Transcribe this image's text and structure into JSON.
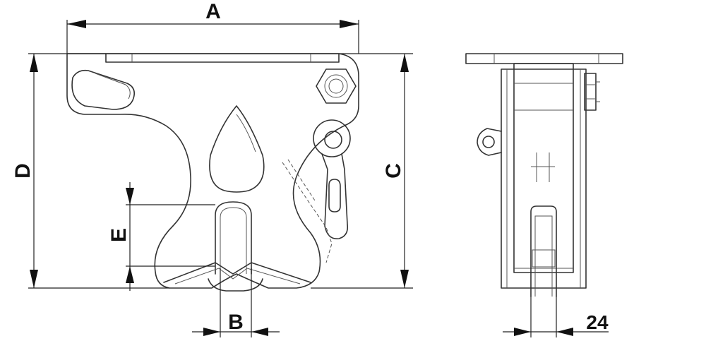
{
  "dimensions": {
    "a": "A",
    "b": "B",
    "c": "C",
    "d": "D",
    "e": "E",
    "width_side": "24"
  }
}
